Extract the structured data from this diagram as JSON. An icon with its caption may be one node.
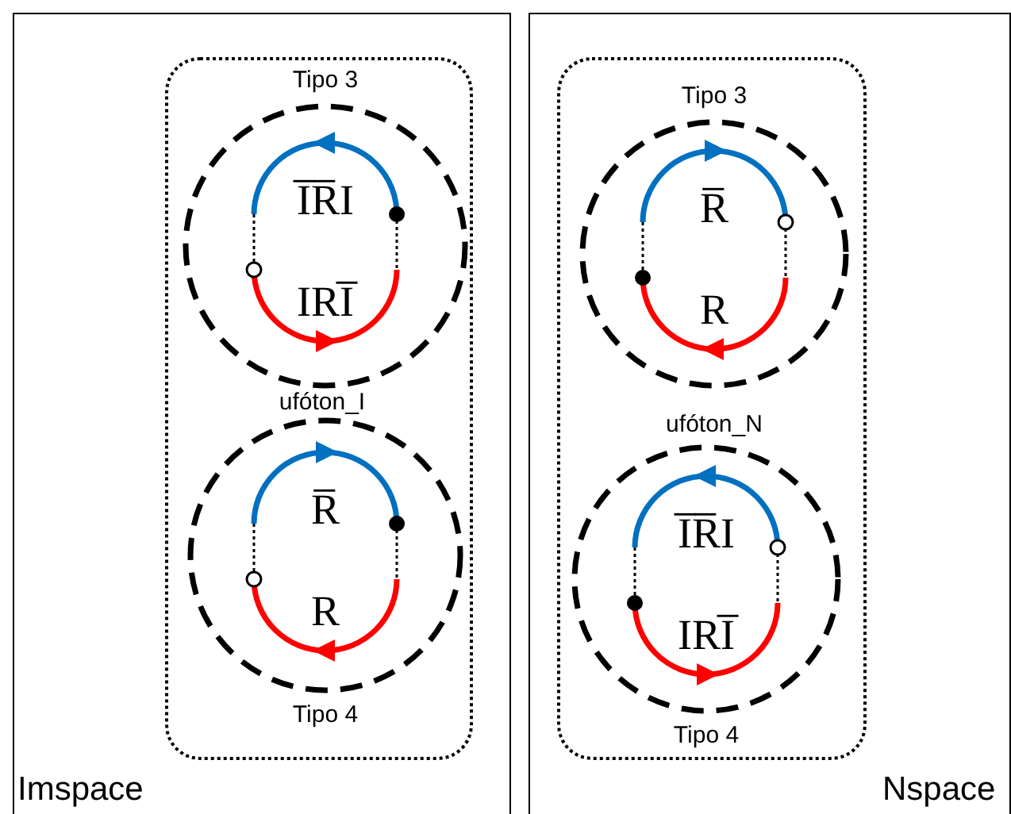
{
  "diagram": {
    "nodes": [
      {
        "text": [
          "Imspace"
        ]
      },
      {
        "text": [
          "ufóton_I"
        ],
        "in": 0
      },
      {
        "text": [
          "I̅R̅I",
          "IRI̅"
        ],
        "beside": [
          "Tipo 3"
        ],
        "in": 1
      },
      {
        "text": [
          "R̅",
          "R"
        ],
        "beside": [
          "Tipo 4"
        ],
        "in": 1
      },
      {
        "text": [
          "Nspace"
        ]
      },
      {
        "text": [
          "ufóton_N"
        ],
        "in": 4
      },
      {
        "text": [
          "R̅",
          "R"
        ],
        "beside": [
          "Tipo 3"
        ],
        "in": 5
      },
      {
        "text": [
          "I̅R̅I",
          "IRI̅"
        ],
        "beside": [
          "Tipo 4"
        ],
        "in": 5
      }
    ]
  }
}
